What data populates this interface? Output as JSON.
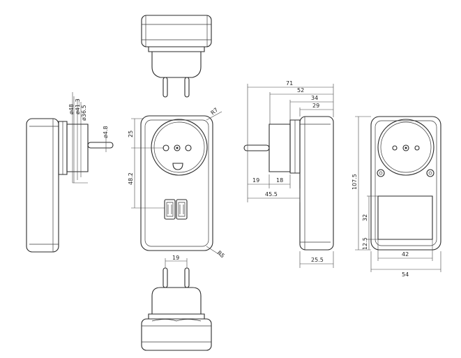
{
  "colors": {
    "line": "#2a2a2a",
    "background": "#ffffff"
  },
  "dimensions": {
    "d48": "ø48",
    "d41": "ø41.3",
    "d36": "ø36.5",
    "d4_8": "ø4.8",
    "r7": "R7",
    "r5": "R5",
    "v25": "25",
    "v48_2": "48.2",
    "pin19_bottom": "19",
    "w71": "71",
    "w52": "52",
    "w34": "34",
    "w29": "29",
    "w19": "19",
    "w18": "18",
    "w45_5": "45.5",
    "w25_5": "25.5",
    "h107_5": "107.5",
    "h32": "32",
    "h12_5": "12.5",
    "w42": "42",
    "w54": "54"
  }
}
